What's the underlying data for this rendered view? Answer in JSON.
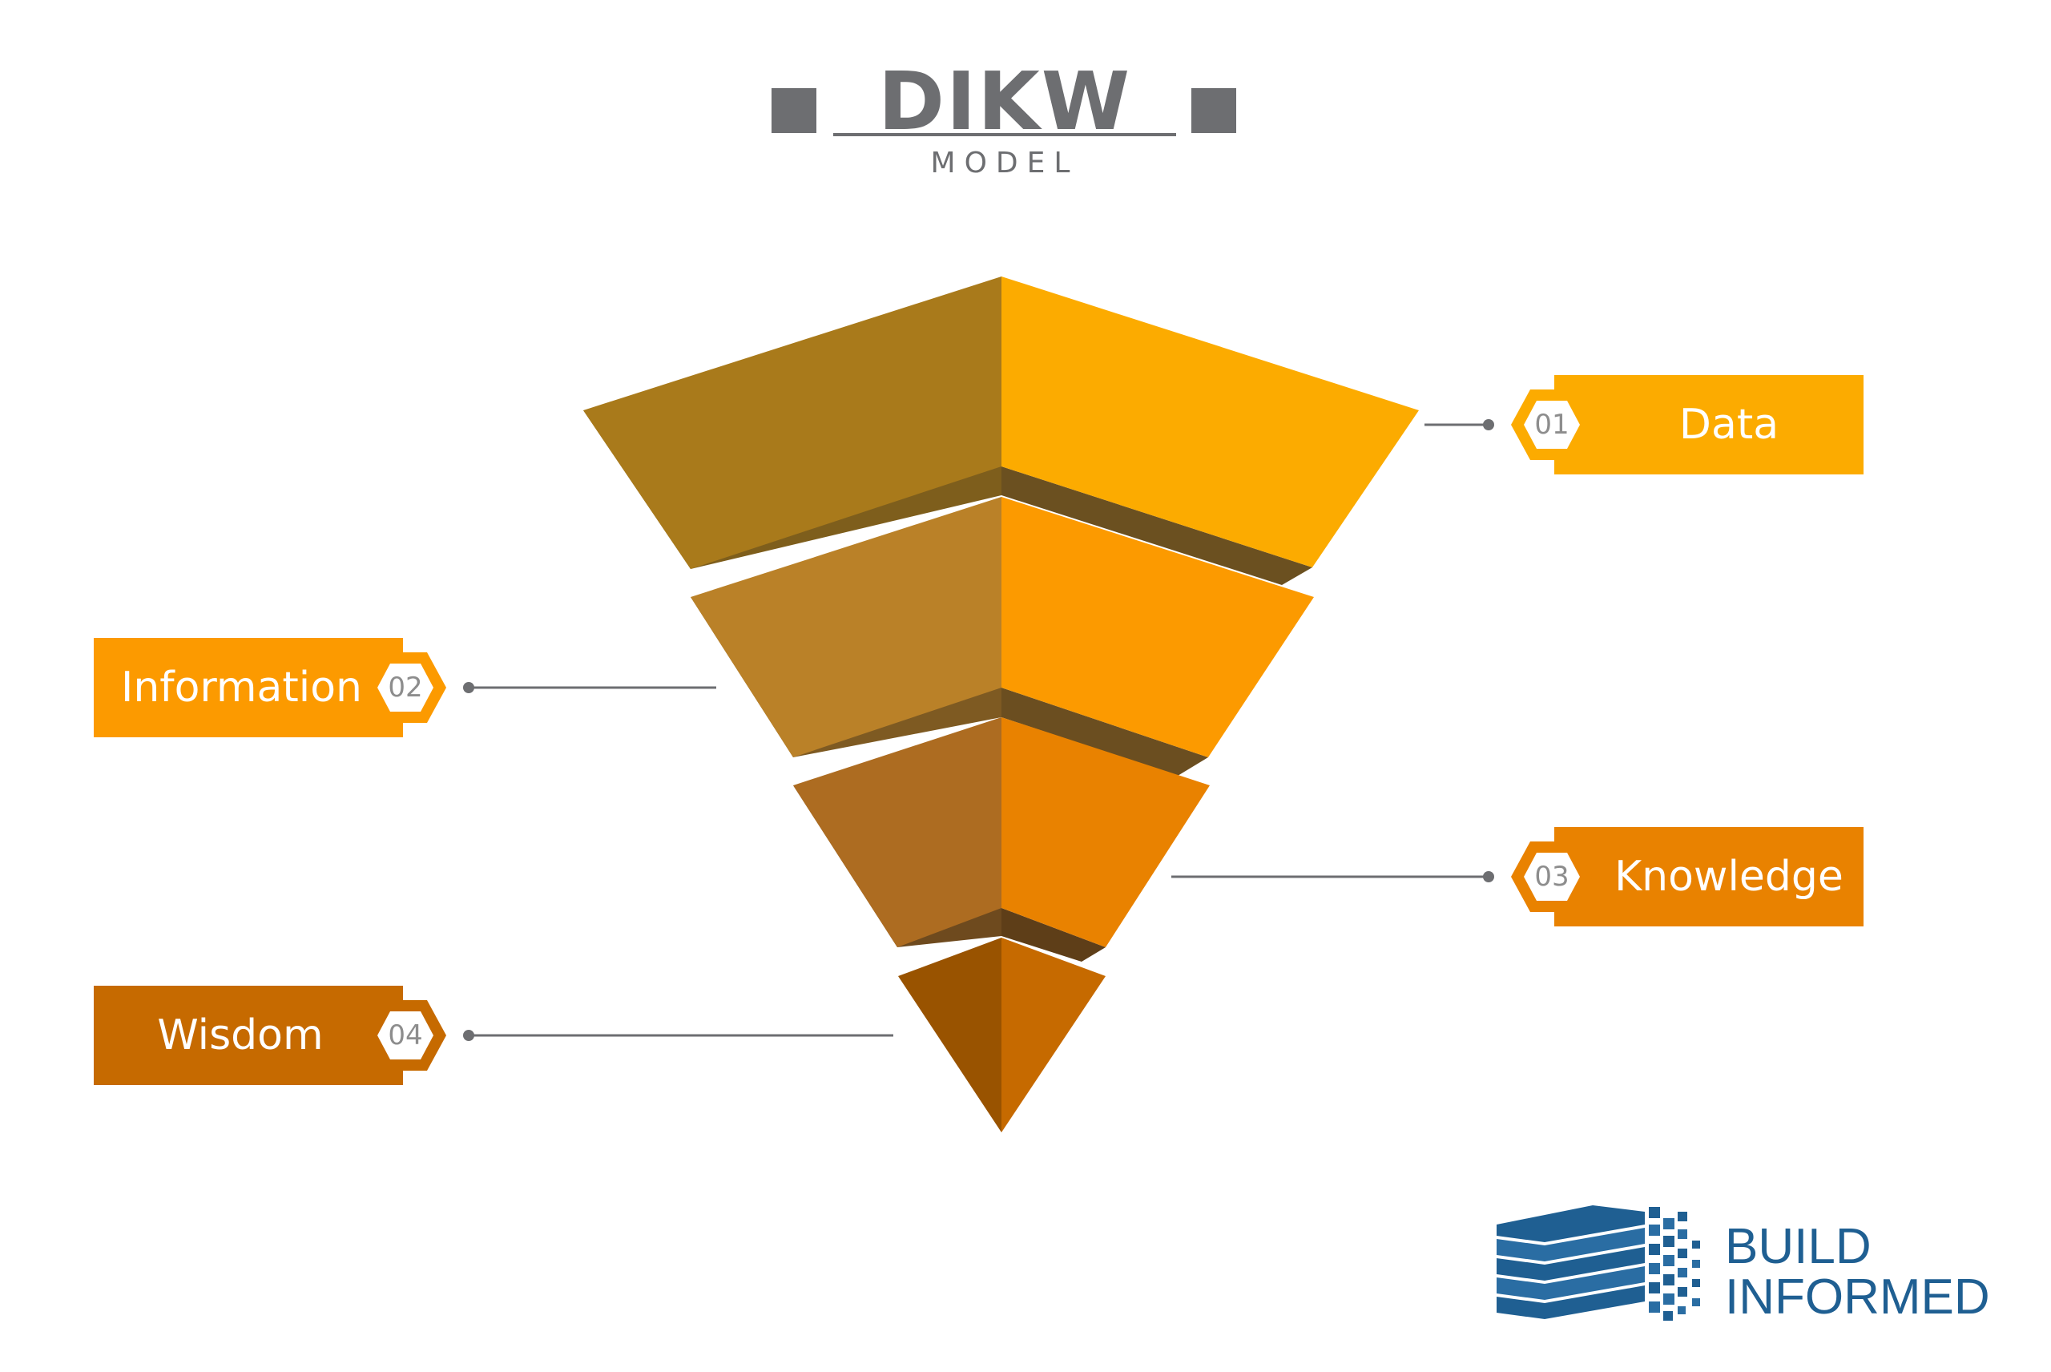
{
  "title": "DIKW",
  "subtitle": "MODEL",
  "levels": [
    {
      "number": "01",
      "label": "Data",
      "color": "#fcab00",
      "side": "right"
    },
    {
      "number": "02",
      "label": "Information",
      "color": "#fc9a00",
      "side": "left"
    },
    {
      "number": "03",
      "label": "Knowledge",
      "color": "#e98200",
      "side": "right"
    },
    {
      "number": "04",
      "label": "Wisdom",
      "color": "#c66a00",
      "side": "left"
    }
  ],
  "logo": {
    "line1": "BUILD",
    "line2": "INFORMED",
    "color": "#1f5f92"
  }
}
